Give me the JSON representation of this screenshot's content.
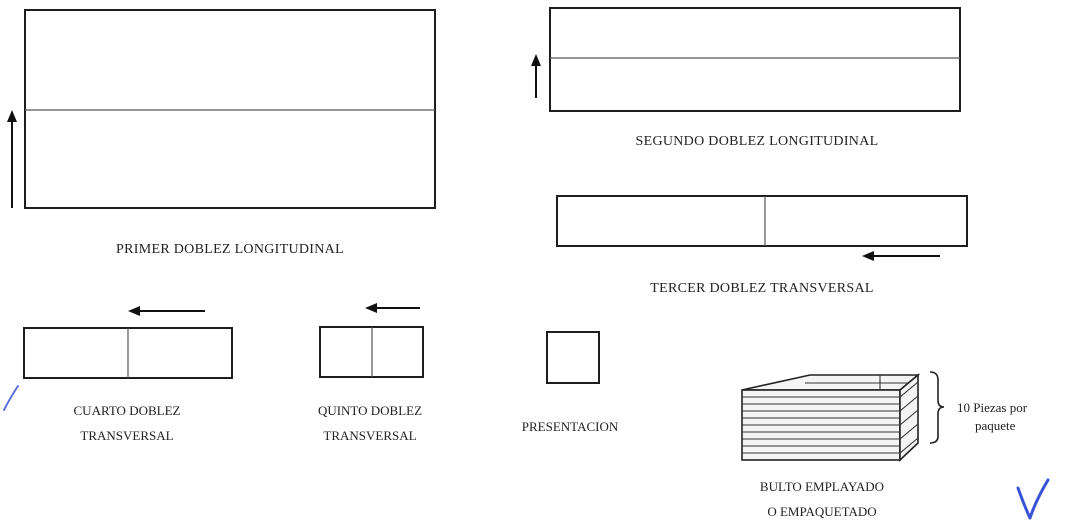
{
  "labels": {
    "primer": "PRIMER DOBLEZ LONGITUDINAL",
    "segundo": "SEGUNDO DOBLEZ LONGITUDINAL",
    "tercer": "TERCER DOBLEZ TRANSVERSAL",
    "cuarto": [
      "CUARTO DOBLEZ",
      "TRANSVERSAL"
    ],
    "quinto": [
      "QUINTO DOBLEZ",
      "TRANSVERSAL"
    ],
    "presentacion": "PRESENTACION",
    "bulto": [
      "BULTO EMPLAYADO",
      "O EMPAQUETADO"
    ],
    "piezas": [
      "10 Piezas por",
      "paquete"
    ]
  },
  "colors": {
    "ink": "#1e1e1e",
    "pen_check": "#3a52d6"
  },
  "icons": {
    "up_arrow": "arrow-up-icon",
    "left_arrow": "arrow-left-icon",
    "brace": "curly-brace-icon",
    "check": "check-mark-icon",
    "bundle": "stacked-bundle-icon"
  }
}
